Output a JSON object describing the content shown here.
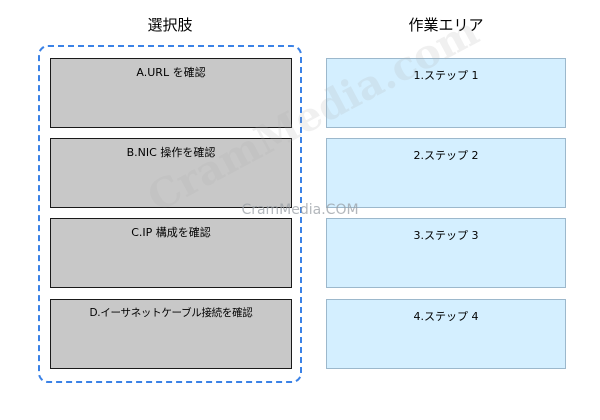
{
  "headings": {
    "left": "選択肢",
    "right": "作業エリア"
  },
  "options": [
    {
      "label": "A.URL を確認"
    },
    {
      "label": "B.NIC 操作を確認"
    },
    {
      "label": "C.IP 構成を確認"
    },
    {
      "label": "D.イーサネットケーブル接続を確認"
    }
  ],
  "slots": [
    {
      "label": "1.ステップ 1"
    },
    {
      "label": "2.ステップ 2"
    },
    {
      "label": "3.ステップ 3"
    },
    {
      "label": "4.ステップ 4"
    }
  ],
  "watermark": {
    "text": "CramMedia.COM",
    "diagonal": "CramMedia.com"
  },
  "colors": {
    "selection_border": "#3b82e6",
    "option_fill": "#c8c8c8",
    "slot_fill": "#d4efff"
  }
}
